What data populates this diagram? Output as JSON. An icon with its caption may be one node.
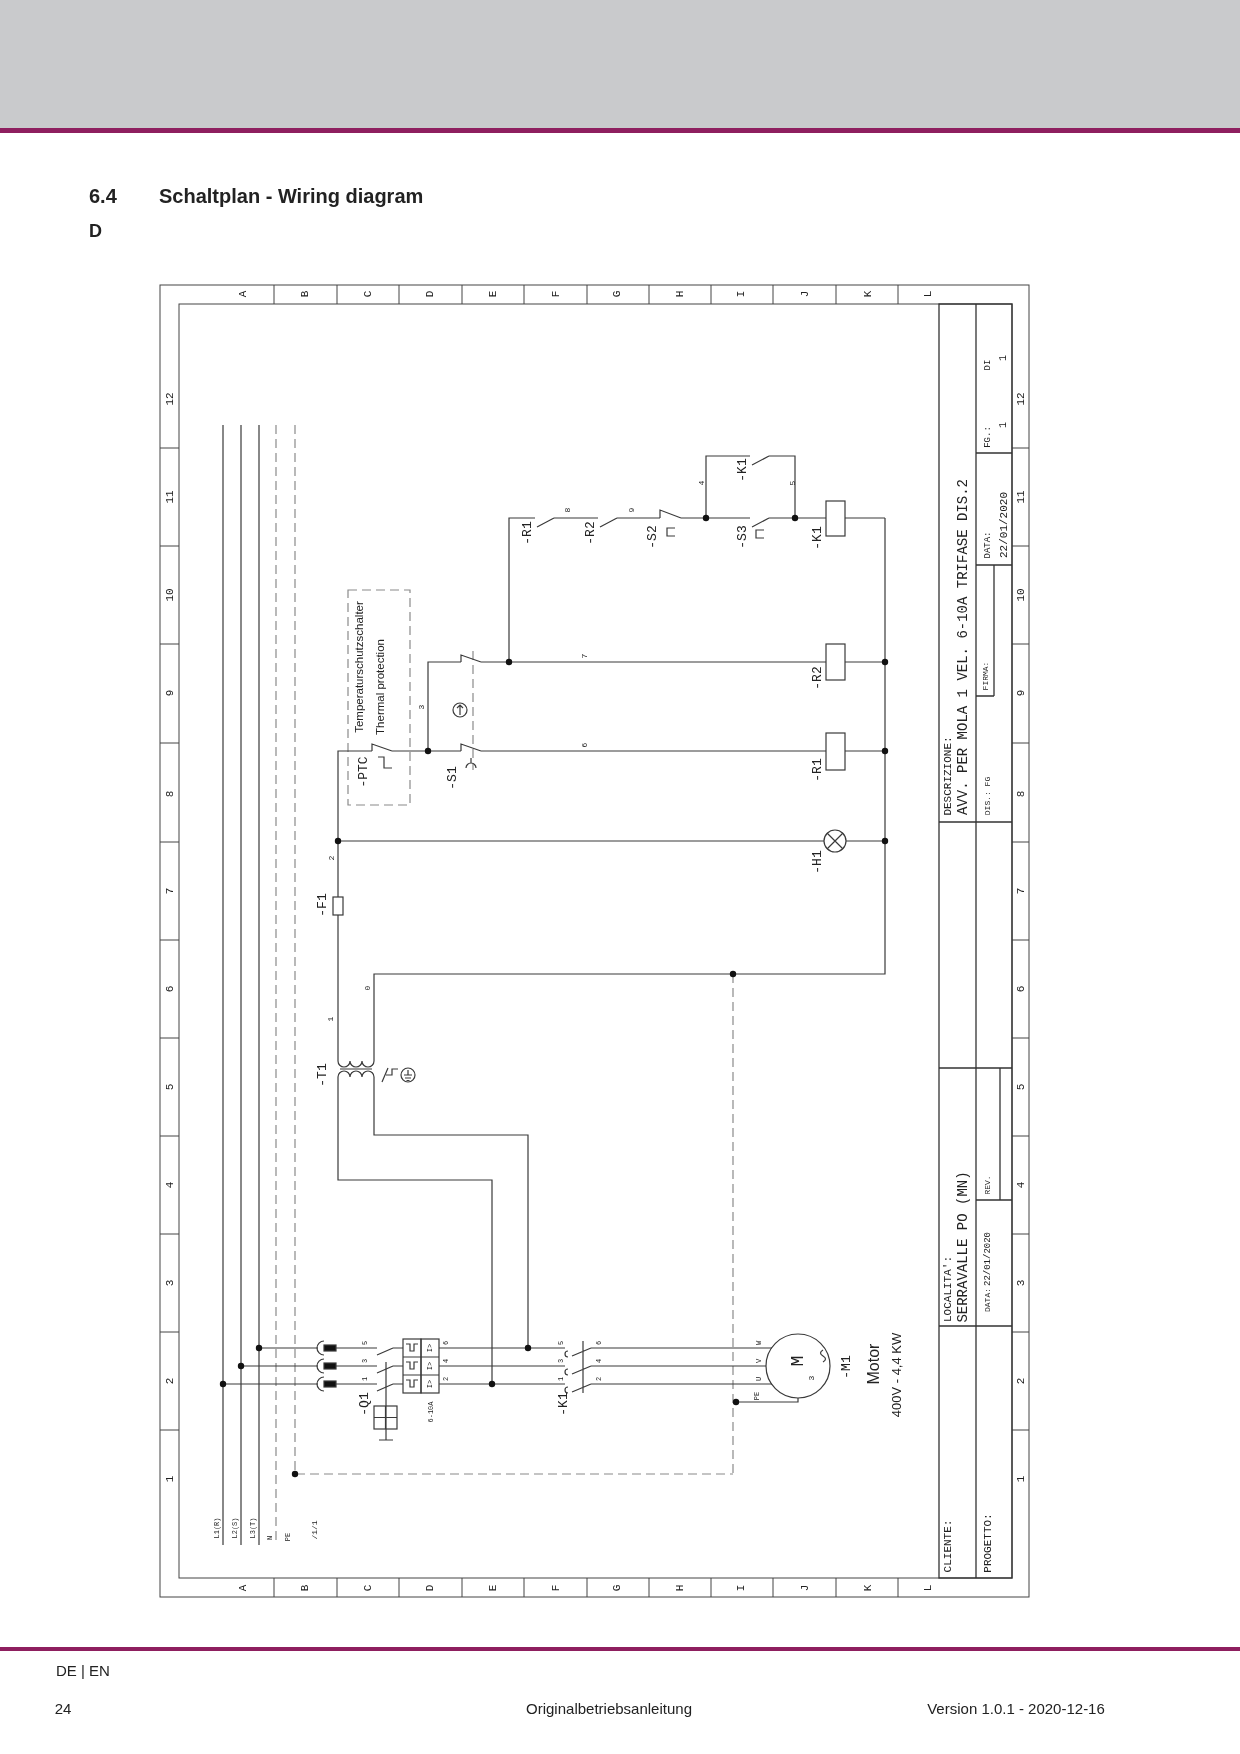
{
  "diagram": {
    "title": "Schaltplan - Wiring diagram",
    "labels": [
      "6.4",
      "D",
      "A",
      "B",
      "C",
      "D",
      "E",
      "F",
      "G",
      "H",
      "I",
      "J",
      "K",
      "L",
      "12",
      "11",
      "10",
      "9",
      "8",
      "7",
      "6",
      "5",
      "4",
      "3",
      "2",
      "1",
      "12",
      "11",
      "10",
      "9",
      "8",
      "7",
      "6",
      "5",
      "4",
      "3",
      "2",
      "1",
      "A",
      "B",
      "C",
      "D",
      "E",
      "F",
      "G",
      "H",
      "I",
      "J",
      "K",
      "L",
      "-K1",
      "4",
      "5",
      "-R1",
      "8",
      "-R2",
      "9",
      "-S2",
      "-S3",
      "-K1",
      "Temperaturschutzschalter",
      "Thermal protection",
      "7",
      "3",
      "-R2",
      "-PTC",
      "-S1",
      "6",
      "-R1",
      "2",
      "-H1",
      "-F1",
      "1",
      "0",
      "-T1",
      "5",
      "3",
      "1",
      "6",
      "4",
      "2",
      "I>",
      "I>",
      "I>",
      "-Q1",
      "6-10A",
      "5",
      "3",
      "1",
      "6",
      "4",
      "2",
      "-K1",
      "W",
      "V",
      "U",
      "PE",
      "M",
      "3",
      "-M1",
      "Motor",
      "400V - 4,4 KW",
      "L1(R)",
      "L2(S)",
      "L3(T)",
      "N",
      "PE",
      "/1/1",
      "DESCRIZIONE:",
      "AVV. PER MOLA 1 VEL. 6-10A TRIFASE DIS.2",
      "FG.:",
      "1",
      "DI",
      "1",
      "DATA:",
      "22/01/2020",
      "FIRMA:",
      "DIS.: FG",
      "LOCALITA':",
      "SERRAVALLE PO (MN)",
      "DATA:",
      "22/01/2020",
      "REV.",
      "CLIENTE:",
      "PROGETTO:",
      "DE | EN",
      "24",
      "Originalbetriebsanleitung",
      "Version 1.0.1 - 2020-12-16"
    ]
  }
}
